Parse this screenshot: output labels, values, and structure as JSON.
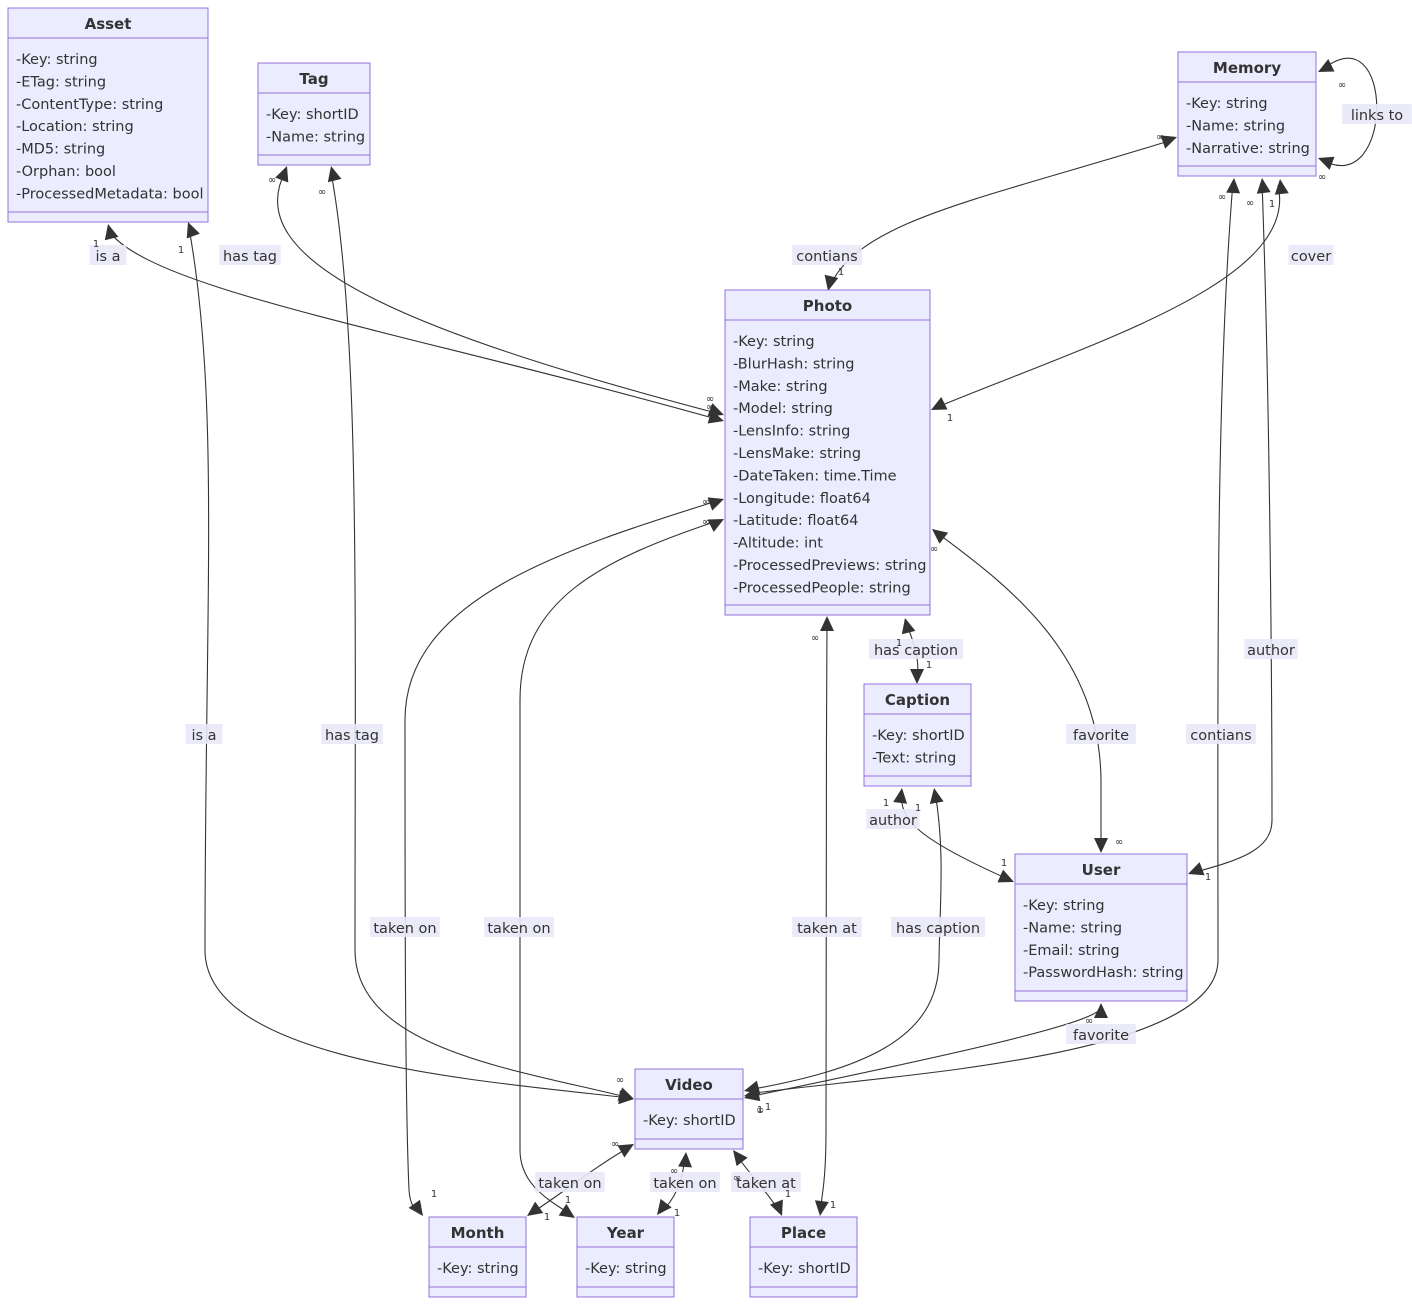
{
  "classes": {
    "asset": {
      "title": "Asset",
      "members": [
        "-Key: string",
        "-ETag: string",
        "-ContentType: string",
        "-Location: string",
        "-MD5: string",
        "-Orphan: bool",
        "-ProcessedMetadata: bool"
      ]
    },
    "tag": {
      "title": "Tag",
      "members": [
        "-Key: shortID",
        "-Name: string"
      ]
    },
    "memory": {
      "title": "Memory",
      "members": [
        "-Key: string",
        "-Name: string",
        "-Narrative: string"
      ]
    },
    "photo": {
      "title": "Photo",
      "members": [
        "-Key: string",
        "-BlurHash: string",
        "-Make: string",
        "-Model: string",
        "-LensInfo: string",
        "-LensMake: string",
        "-DateTaken: time.Time",
        "-Longitude: float64",
        "-Latitude: float64",
        "-Altitude: int",
        "-ProcessedPreviews: string",
        "-ProcessedPeople: string"
      ]
    },
    "caption": {
      "title": "Caption",
      "members": [
        "-Key: shortID",
        "-Text: string"
      ]
    },
    "user": {
      "title": "User",
      "members": [
        "-Key: string",
        "-Name: string",
        "-Email: string",
        "-PasswordHash: string"
      ]
    },
    "video": {
      "title": "Video",
      "members": [
        "-Key: shortID"
      ]
    },
    "month": {
      "title": "Month",
      "members": [
        "-Key: string"
      ]
    },
    "year": {
      "title": "Year",
      "members": [
        "-Key: string"
      ]
    },
    "place": {
      "title": "Place",
      "members": [
        "-Key: shortID"
      ]
    }
  },
  "relations": [
    {
      "id": "asset-photo",
      "label": "is a",
      "cards": [
        "1",
        "∞"
      ]
    },
    {
      "id": "tag-photo",
      "label": "has tag",
      "cards": [
        "∞",
        "∞"
      ]
    },
    {
      "id": "memory-photo",
      "label": "contians",
      "cards": [
        "∞",
        "1"
      ]
    },
    {
      "id": "memory-self",
      "label": "links to",
      "cards": [
        "∞",
        "∞"
      ]
    },
    {
      "id": "memory-cover",
      "label": "cover",
      "cards": [
        "1",
        "1"
      ]
    },
    {
      "id": "asset-video",
      "label": "is a",
      "cards": [
        "1",
        ""
      ]
    },
    {
      "id": "tag-video",
      "label": "has tag",
      "cards": [
        "∞",
        "∞"
      ]
    },
    {
      "id": "memory-video",
      "label": "contians",
      "cards": [
        "∞",
        "1"
      ]
    },
    {
      "id": "memory-user",
      "label": "author",
      "cards": [
        "∞",
        "1"
      ]
    },
    {
      "id": "photo-caption",
      "label": "has caption",
      "cards": [
        "1",
        "1"
      ]
    },
    {
      "id": "photo-user",
      "label": "favorite",
      "cards": [
        "∞",
        "∞"
      ]
    },
    {
      "id": "caption-user",
      "label": "author",
      "cards": [
        "1",
        "1"
      ]
    },
    {
      "id": "photo-month",
      "label": "taken on",
      "cards": [
        "∞",
        "1"
      ]
    },
    {
      "id": "photo-year",
      "label": "taken on",
      "cards": [
        "∞",
        "1"
      ]
    },
    {
      "id": "photo-place",
      "label": "taken at",
      "cards": [
        "∞",
        "1"
      ]
    },
    {
      "id": "caption-video",
      "label": "has caption",
      "cards": [
        "1",
        "1"
      ]
    },
    {
      "id": "user-video",
      "label": "favorite",
      "cards": [
        "∞",
        "∞"
      ]
    },
    {
      "id": "video-month",
      "label": "taken on",
      "cards": [
        "∞",
        "1"
      ]
    },
    {
      "id": "video-year",
      "label": "taken on",
      "cards": [
        "∞",
        "1"
      ]
    },
    {
      "id": "video-place",
      "label": "taken at",
      "cards": [
        "∞",
        "1"
      ]
    }
  ]
}
